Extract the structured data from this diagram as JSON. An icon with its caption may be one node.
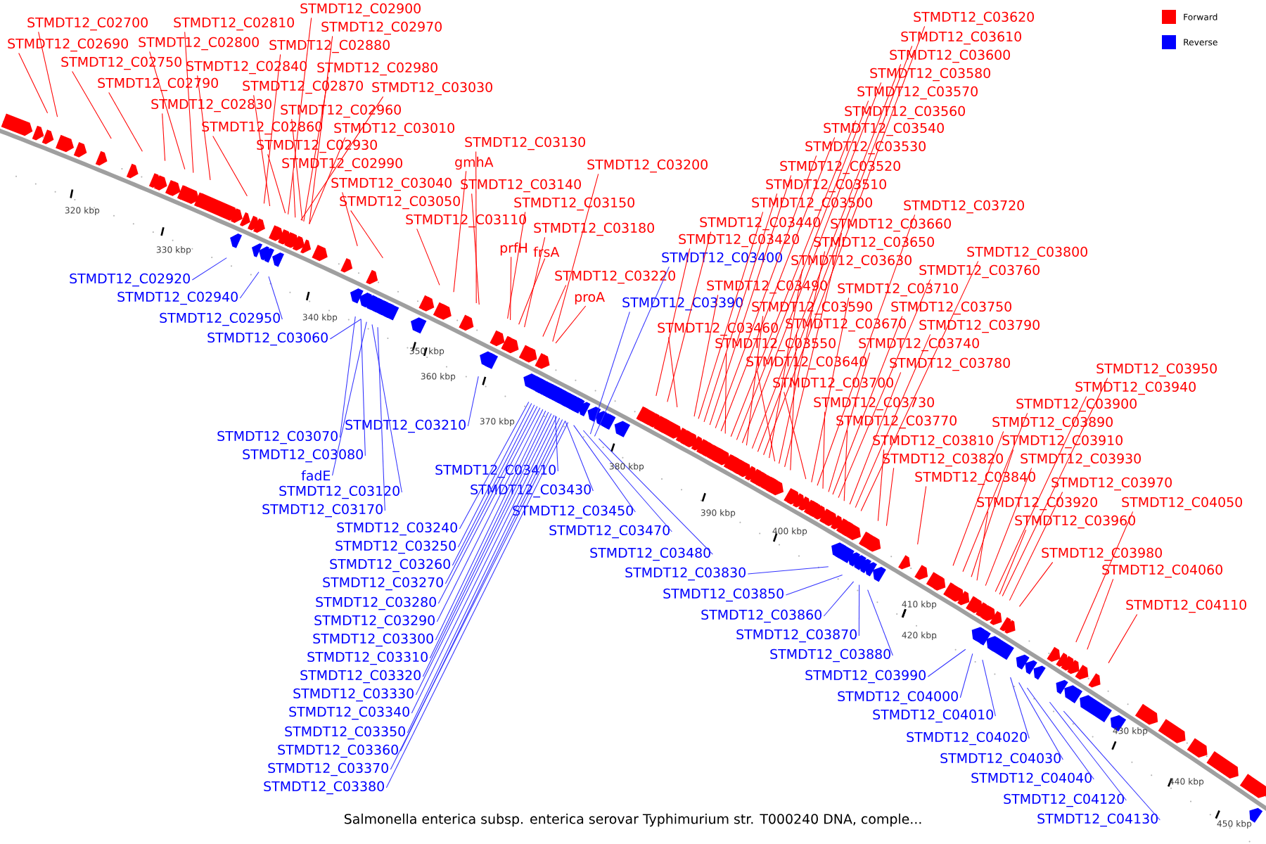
{
  "diagram": {
    "caption": "Salmonella enterica subsp. enterica serovar Typhimurium str. T000240 DNA, comple...",
    "nodes": [
      {
        "text": [
          "STMDT12_C02700"
        ]
      },
      {
        "text": [
          "STMDT12_C02690"
        ]
      },
      {
        "text": [
          "STMDT12_C02750"
        ]
      },
      {
        "text": [
          "STMDT12_C02790"
        ]
      },
      {
        "text": [
          "STMDT12_C02810"
        ]
      },
      {
        "text": [
          "STMDT12_C02800"
        ]
      },
      {
        "text": [
          "STMDT12_C02840"
        ]
      },
      {
        "text": [
          "STMDT12_C02830"
        ]
      },
      {
        "text": [
          "STMDT12_C02860"
        ]
      },
      {
        "text": [
          "STMDT12_C02900"
        ]
      },
      {
        "text": [
          "STMDT12_C02970"
        ]
      },
      {
        "text": [
          "STMDT12_C02880"
        ]
      },
      {
        "text": [
          "STMDT12_C02980"
        ]
      },
      {
        "text": [
          "STMDT12_C02870"
        ]
      },
      {
        "text": [
          "STMDT12_C02960"
        ]
      },
      {
        "text": [
          "STMDT12_C02930"
        ]
      },
      {
        "text": [
          "STMDT12_C02990"
        ]
      },
      {
        "text": [
          "STMDT12_C03030"
        ]
      },
      {
        "text": [
          "STMDT12_C03010"
        ]
      },
      {
        "text": [
          "STMDT12_C03040"
        ]
      },
      {
        "text": [
          "STMDT12_C03050"
        ]
      },
      {
        "text": [
          "STMDT12_C03110"
        ]
      },
      {
        "text": [
          "STMDT12_C03130"
        ]
      },
      {
        "text": [
          "gmhA"
        ]
      },
      {
        "text": [
          "STMDT12_C03140"
        ]
      },
      {
        "text": [
          "STMDT12_C03150"
        ]
      },
      {
        "text": [
          "STMDT12_C03180"
        ]
      },
      {
        "text": [
          "prfH"
        ]
      },
      {
        "text": [
          "frsA"
        ]
      },
      {
        "text": [
          "STMDT12_C03200"
        ]
      },
      {
        "text": [
          "STMDT12_C03220"
        ]
      },
      {
        "text": [
          "proA"
        ]
      },
      {
        "text": [
          "STMDT12_C03620"
        ]
      },
      {
        "text": [
          "STMDT12_C03610"
        ]
      },
      {
        "text": [
          "STMDT12_C03600"
        ]
      },
      {
        "text": [
          "STMDT12_C03580"
        ]
      },
      {
        "text": [
          "STMDT12_C03570"
        ]
      },
      {
        "text": [
          "STMDT12_C03560"
        ]
      },
      {
        "text": [
          "STMDT12_C03540"
        ]
      },
      {
        "text": [
          "STMDT12_C03530"
        ]
      },
      {
        "text": [
          "STMDT12_C03520"
        ]
      },
      {
        "text": [
          "STMDT12_C03510"
        ]
      },
      {
        "text": [
          "STMDT12_C03500"
        ]
      },
      {
        "text": [
          "STMDT12_C03440"
        ]
      },
      {
        "text": [
          "STMDT12_C03420"
        ]
      },
      {
        "text": [
          "STMDT12_C03490"
        ]
      },
      {
        "text": [
          "STMDT12_C03460"
        ]
      },
      {
        "text": [
          "STMDT12_C03720"
        ]
      },
      {
        "text": [
          "STMDT12_C03660"
        ]
      },
      {
        "text": [
          "STMDT12_C03650"
        ]
      },
      {
        "text": [
          "STMDT12_C03630"
        ]
      },
      {
        "text": [
          "STMDT12_C03710"
        ]
      },
      {
        "text": [
          "STMDT12_C03590"
        ]
      },
      {
        "text": [
          "STMDT12_C03670"
        ]
      },
      {
        "text": [
          "STMDT12_C03550"
        ]
      },
      {
        "text": [
          "STMDT12_C03640"
        ]
      },
      {
        "text": [
          "STMDT12_C03700"
        ]
      },
      {
        "text": [
          "STMDT12_C03730"
        ]
      },
      {
        "text": [
          "STMDT12_C03770"
        ]
      },
      {
        "text": [
          "STMDT12_C03800"
        ]
      },
      {
        "text": [
          "STMDT12_C03760"
        ]
      },
      {
        "text": [
          "STMDT12_C03750"
        ]
      },
      {
        "text": [
          "STMDT12_C03790"
        ]
      },
      {
        "text": [
          "STMDT12_C03740"
        ]
      },
      {
        "text": [
          "STMDT12_C03780"
        ]
      },
      {
        "text": [
          "STMDT12_C03950"
        ]
      },
      {
        "text": [
          "STMDT12_C03940"
        ]
      },
      {
        "text": [
          "STMDT12_C03900"
        ]
      },
      {
        "text": [
          "STMDT12_C03890"
        ]
      },
      {
        "text": [
          "STMDT12_C03810"
        ]
      },
      {
        "text": [
          "STMDT12_C03910"
        ]
      },
      {
        "text": [
          "STMDT12_C03820"
        ]
      },
      {
        "text": [
          "STMDT12_C03930"
        ]
      },
      {
        "text": [
          "STMDT12_C03840"
        ]
      },
      {
        "text": [
          "STMDT12_C03970"
        ]
      },
      {
        "text": [
          "STMDT12_C03920"
        ]
      },
      {
        "text": [
          "STMDT12_C04050"
        ]
      },
      {
        "text": [
          "STMDT12_C03960"
        ]
      },
      {
        "text": [
          "STMDT12_C03980"
        ]
      },
      {
        "text": [
          "STMDT12_C04060"
        ]
      },
      {
        "text": [
          "STMDT12_C04110"
        ]
      },
      {
        "text": [
          "STMDT12_C02920"
        ]
      },
      {
        "text": [
          "STMDT12_C02940"
        ]
      },
      {
        "text": [
          "STMDT12_C02950"
        ]
      },
      {
        "text": [
          "STMDT12_C03060"
        ]
      },
      {
        "text": [
          "STMDT12_C03070"
        ]
      },
      {
        "text": [
          "STMDT12_C03210"
        ]
      },
      {
        "text": [
          "STMDT12_C03080"
        ]
      },
      {
        "text": [
          "fadE"
        ]
      },
      {
        "text": [
          "STMDT12_C03120"
        ]
      },
      {
        "text": [
          "STMDT12_C03170"
        ]
      },
      {
        "text": [
          "STMDT12_C03410"
        ]
      },
      {
        "text": [
          "STMDT12_C03430"
        ]
      },
      {
        "text": [
          "STMDT12_C03450"
        ]
      },
      {
        "text": [
          "STMDT12_C03470"
        ]
      },
      {
        "text": [
          "STMDT12_C03480"
        ]
      },
      {
        "text": [
          "STMDT12_C03240"
        ]
      },
      {
        "text": [
          "STMDT12_C03250"
        ]
      },
      {
        "text": [
          "STMDT12_C03260"
        ]
      },
      {
        "text": [
          "STMDT12_C03270"
        ]
      },
      {
        "text": [
          "STMDT12_C03280"
        ]
      },
      {
        "text": [
          "STMDT12_C03290"
        ]
      },
      {
        "text": [
          "STMDT12_C03300"
        ]
      },
      {
        "text": [
          "STMDT12_C03310"
        ]
      },
      {
        "text": [
          "STMDT12_C03320"
        ]
      },
      {
        "text": [
          "STMDT12_C03330"
        ]
      },
      {
        "text": [
          "STMDT12_C03340"
        ]
      },
      {
        "text": [
          "STMDT12_C03350"
        ]
      },
      {
        "text": [
          "STMDT12_C03360"
        ]
      },
      {
        "text": [
          "STMDT12_C03370"
        ]
      },
      {
        "text": [
          "STMDT12_C03380"
        ]
      },
      {
        "text": [
          "STMDT12_C03390"
        ]
      },
      {
        "text": [
          "STMDT12_C03400"
        ]
      },
      {
        "text": [
          "STMDT12_C03830"
        ]
      },
      {
        "text": [
          "STMDT12_C03850"
        ]
      },
      {
        "text": [
          "STMDT12_C03860"
        ]
      },
      {
        "text": [
          "STMDT12_C03870"
        ]
      },
      {
        "text": [
          "STMDT12_C03880"
        ]
      },
      {
        "text": [
          "STMDT12_C03990"
        ]
      },
      {
        "text": [
          "STMDT12_C04000"
        ]
      },
      {
        "text": [
          "STMDT12_C04010"
        ]
      },
      {
        "text": [
          "STMDT12_C04020"
        ]
      },
      {
        "text": [
          "STMDT12_C04030"
        ]
      },
      {
        "text": [
          "STMDT12_C04040"
        ]
      },
      {
        "text": [
          "STMDT12_C04120"
        ]
      },
      {
        "text": [
          "STMDT12_C04130"
        ]
      }
    ],
    "edges": [
      {
        "from": 0,
        "to": null,
        "arrow": "none"
      },
      {
        "from": 1,
        "to": null,
        "arrow": "none"
      },
      {
        "from": 2,
        "to": null,
        "arrow": "none"
      },
      {
        "from": 3,
        "to": null,
        "arrow": "none"
      },
      {
        "from": 4,
        "to": null,
        "arrow": "none"
      },
      {
        "from": 5,
        "to": null,
        "arrow": "none"
      },
      {
        "from": 6,
        "to": null,
        "arrow": "none"
      },
      {
        "from": 7,
        "to": null,
        "arrow": "none"
      },
      {
        "from": 8,
        "to": null,
        "arrow": "none"
      },
      {
        "from": 9,
        "to": null,
        "arrow": "none"
      },
      {
        "from": 10,
        "to": null,
        "arrow": "none"
      },
      {
        "from": 11,
        "to": null,
        "arrow": "none"
      },
      {
        "from": 12,
        "to": null,
        "arrow": "none"
      },
      {
        "from": 13,
        "to": null,
        "arrow": "none"
      },
      {
        "from": 14,
        "to": null,
        "arrow": "none"
      },
      {
        "from": 15,
        "to": null,
        "arrow": "none"
      },
      {
        "from": 16,
        "to": null,
        "arrow": "none"
      },
      {
        "from": 17,
        "to": null,
        "arrow": "none"
      },
      {
        "from": 18,
        "to": null,
        "arrow": "none"
      },
      {
        "from": 19,
        "to": null,
        "arrow": "none"
      },
      {
        "from": 20,
        "to": null,
        "arrow": "none"
      },
      {
        "from": 21,
        "to": null,
        "arrow": "none"
      },
      {
        "from": 22,
        "to": null,
        "arrow": "none"
      },
      {
        "from": 23,
        "to": null,
        "arrow": "none"
      },
      {
        "from": 24,
        "to": null,
        "arrow": "none"
      },
      {
        "from": 25,
        "to": null,
        "arrow": "none"
      },
      {
        "from": 26,
        "to": null,
        "arrow": "none"
      },
      {
        "from": 27,
        "to": null,
        "arrow": "none"
      },
      {
        "from": 28,
        "to": null,
        "arrow": "none"
      },
      {
        "from": 29,
        "to": null,
        "arrow": "none"
      },
      {
        "from": 30,
        "to": null,
        "arrow": "none"
      },
      {
        "from": 31,
        "to": null,
        "arrow": "none"
      },
      {
        "from": 32,
        "to": null,
        "arrow": "none"
      },
      {
        "from": 33,
        "to": null,
        "arrow": "none"
      },
      {
        "from": 34,
        "to": null,
        "arrow": "none"
      },
      {
        "from": 35,
        "to": null,
        "arrow": "none"
      },
      {
        "from": 36,
        "to": null,
        "arrow": "none"
      },
      {
        "from": 37,
        "to": null,
        "arrow": "none"
      },
      {
        "from": 38,
        "to": null,
        "arrow": "none"
      },
      {
        "from": 39,
        "to": null,
        "arrow": "none"
      },
      {
        "from": 40,
        "to": null,
        "arrow": "none"
      },
      {
        "from": 41,
        "to": null,
        "arrow": "none"
      },
      {
        "from": 42,
        "to": null,
        "arrow": "none"
      },
      {
        "from": 43,
        "to": null,
        "arrow": "none"
      },
      {
        "from": 44,
        "to": null,
        "arrow": "none"
      },
      {
        "from": 45,
        "to": null,
        "arrow": "none"
      },
      {
        "from": 46,
        "to": null,
        "arrow": "none"
      },
      {
        "from": 47,
        "to": null,
        "arrow": "none"
      },
      {
        "from": 48,
        "to": null,
        "arrow": "none"
      },
      {
        "from": 49,
        "to": null,
        "arrow": "none"
      },
      {
        "from": 50,
        "to": null,
        "arrow": "none"
      },
      {
        "from": 51,
        "to": null,
        "arrow": "none"
      },
      {
        "from": 52,
        "to": null,
        "arrow": "none"
      },
      {
        "from": 53,
        "to": null,
        "arrow": "none"
      },
      {
        "from": 54,
        "to": null,
        "arrow": "none"
      },
      {
        "from": 55,
        "to": null,
        "arrow": "none"
      },
      {
        "from": 56,
        "to": null,
        "arrow": "none"
      },
      {
        "from": 57,
        "to": null,
        "arrow": "none"
      },
      {
        "from": 58,
        "to": null,
        "arrow": "none"
      },
      {
        "from": 59,
        "to": null,
        "arrow": "none"
      },
      {
        "from": 60,
        "to": null,
        "arrow": "none"
      },
      {
        "from": 61,
        "to": null,
        "arrow": "none"
      },
      {
        "from": 62,
        "to": null,
        "arrow": "none"
      },
      {
        "from": 63,
        "to": null,
        "arrow": "none"
      },
      {
        "from": 64,
        "to": null,
        "arrow": "none"
      },
      {
        "from": 65,
        "to": null,
        "arrow": "none"
      },
      {
        "from": 66,
        "to": null,
        "arrow": "none"
      },
      {
        "from": 67,
        "to": null,
        "arrow": "none"
      },
      {
        "from": 68,
        "to": null,
        "arrow": "none"
      },
      {
        "from": 69,
        "to": null,
        "arrow": "none"
      },
      {
        "from": 70,
        "to": null,
        "arrow": "none"
      },
      {
        "from": 71,
        "to": null,
        "arrow": "none"
      },
      {
        "from": 72,
        "to": null,
        "arrow": "none"
      },
      {
        "from": 73,
        "to": null,
        "arrow": "none"
      },
      {
        "from": 74,
        "to": null,
        "arrow": "none"
      },
      {
        "from": 75,
        "to": null,
        "arrow": "none"
      },
      {
        "from": 76,
        "to": null,
        "arrow": "none"
      },
      {
        "from": 77,
        "to": null,
        "arrow": "none"
      },
      {
        "from": 78,
        "to": null,
        "arrow": "none"
      },
      {
        "from": 79,
        "to": null,
        "arrow": "none"
      },
      {
        "from": 80,
        "to": null,
        "arrow": "none"
      },
      {
        "from": 81,
        "to": null,
        "arrow": "none",
        "color": "#3333ff"
      },
      {
        "from": 82,
        "to": null,
        "arrow": "none",
        "color": "#3333ff"
      },
      {
        "from": 83,
        "to": null,
        "arrow": "none",
        "color": "#3333ff"
      },
      {
        "from": 84,
        "to": null,
        "arrow": "none",
        "color": "#3333ff"
      },
      {
        "from": 85,
        "to": null,
        "arrow": "none",
        "color": "#3333ff"
      },
      {
        "from": 86,
        "to": null,
        "arrow": "none",
        "color": "#3333ff"
      },
      {
        "from": 87,
        "to": null,
        "arrow": "none",
        "color": "#3333ff"
      },
      {
        "from": 88,
        "to": null,
        "arrow": "none",
        "color": "#3333ff"
      },
      {
        "from": 89,
        "to": null,
        "arrow": "none",
        "color": "#3333ff"
      },
      {
        "from": 90,
        "to": null,
        "arrow": "none",
        "color": "#3333ff"
      },
      {
        "from": 91,
        "to": null,
        "arrow": "none",
        "color": "#3333ff"
      },
      {
        "from": 92,
        "to": null,
        "arrow": "none",
        "color": "#3333ff"
      },
      {
        "from": 93,
        "to": null,
        "arrow": "none",
        "color": "#3333ff"
      },
      {
        "from": 94,
        "to": null,
        "arrow": "none",
        "color": "#3333ff"
      },
      {
        "from": 95,
        "to": null,
        "arrow": "none",
        "color": "#3333ff"
      },
      {
        "from": 96,
        "to": null,
        "arrow": "none",
        "color": "#3333ff"
      },
      {
        "from": 97,
        "to": null,
        "arrow": "none",
        "color": "#3333ff"
      },
      {
        "from": 98,
        "to": null,
        "arrow": "none",
        "color": "#3333ff"
      },
      {
        "from": 99,
        "to": null,
        "arrow": "none",
        "color": "#3333ff"
      },
      {
        "from": 100,
        "to": null,
        "arrow": "none",
        "color": "#3333ff"
      },
      {
        "from": 101,
        "to": null,
        "arrow": "none",
        "color": "#3333ff"
      },
      {
        "from": 102,
        "to": null,
        "arrow": "none",
        "color": "#3333ff"
      },
      {
        "from": 103,
        "to": null,
        "arrow": "none",
        "color": "#3333ff"
      },
      {
        "from": 104,
        "to": null,
        "arrow": "none",
        "color": "#3333ff"
      },
      {
        "from": 105,
        "to": null,
        "arrow": "none",
        "color": "#3333ff"
      },
      {
        "from": 106,
        "to": null,
        "arrow": "none",
        "color": "#3333ff"
      },
      {
        "from": 107,
        "to": null,
        "arrow": "none",
        "color": "#3333ff"
      },
      {
        "from": 108,
        "to": null,
        "arrow": "none",
        "color": "#3333ff"
      },
      {
        "from": 109,
        "to": null,
        "arrow": "none",
        "color": "#3333ff"
      },
      {
        "from": 110,
        "to": null,
        "arrow": "none",
        "color": "#3333ff"
      },
      {
        "from": 111,
        "to": null,
        "arrow": "none",
        "color": "#3333ff"
      },
      {
        "from": 112,
        "to": null,
        "arrow": "none",
        "color": "#3333ff"
      },
      {
        "from": 113,
        "to": null,
        "arrow": "none",
        "color": "#3333ff"
      },
      {
        "from": 114,
        "to": null,
        "arrow": "none",
        "color": "#3333ff"
      },
      {
        "from": 115,
        "to": null,
        "arrow": "none",
        "color": "#3333ff"
      },
      {
        "from": 116,
        "to": null,
        "arrow": "none",
        "color": "#3333ff"
      },
      {
        "from": 117,
        "to": null,
        "arrow": "none",
        "color": "#3333ff"
      },
      {
        "from": 118,
        "to": null,
        "arrow": "none",
        "color": "#3333ff"
      },
      {
        "from": 119,
        "to": null,
        "arrow": "none",
        "color": "#3333ff"
      },
      {
        "from": 120,
        "to": null,
        "arrow": "none",
        "color": "#3333ff"
      },
      {
        "from": 121,
        "to": null,
        "arrow": "none",
        "color": "#3333ff"
      },
      {
        "from": 122,
        "to": null,
        "arrow": "none",
        "color": "#3333ff"
      },
      {
        "from": 123,
        "to": null,
        "arrow": "none",
        "color": "#3333ff"
      },
      {
        "from": 124,
        "to": null,
        "arrow": "none",
        "color": "#3333ff"
      },
      {
        "from": 125,
        "to": null,
        "arrow": "none",
        "color": "#3333ff"
      }
    ],
    "labels": [
      "320 kbp",
      "330 kbp",
      "340 kbp",
      "350 kbp",
      "360 kbp",
      "370 kbp",
      "380 kbp",
      "390 kbp",
      "400 kbp",
      "410 kbp",
      "420 kbp",
      "430 kbp",
      "440 kbp",
      "450 kbp"
    ],
    "legend": [
      {
        "text": "Forward",
        "color": "#ff0000"
      },
      {
        "text": "Reverse",
        "color": "#0000ff"
      }
    ]
  }
}
